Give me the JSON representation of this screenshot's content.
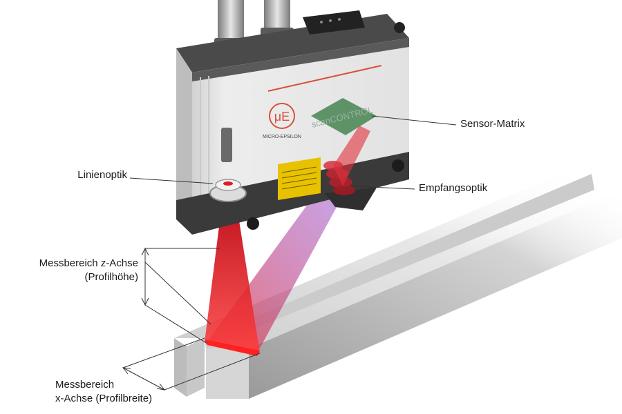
{
  "labels": {
    "sensor_matrix": "Sensor-Matrix",
    "linienoptik": "Linienoptik",
    "empfangsoptik": "Empfangsoptik",
    "z_axis_line1": "Messbereich z-Achse",
    "z_axis_line2": "(Profilhöhe)",
    "x_axis_line1": "Messbereich",
    "x_axis_line2": "x-Achse (Profilbreite)"
  },
  "device": {
    "brand": "MICRO-EPSILON",
    "logo_mark": "μΕ",
    "model_text": "scanCONTROL"
  },
  "colors": {
    "laser": "#e01b24",
    "leader_line": "#333333",
    "housing": "#e6e6e6",
    "housing_dark": "#3a3a3a",
    "accent_line": "#d9503a",
    "label_yellow": "#e8c200",
    "sensor_green": "#4f8a5a",
    "receive_purple": "#8a6fd6"
  }
}
